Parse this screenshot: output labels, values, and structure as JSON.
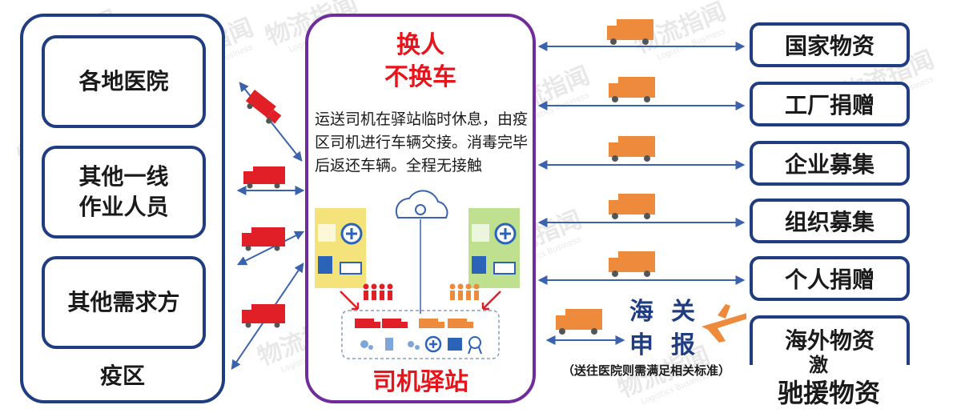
{
  "left": {
    "hospitals": "各地医院",
    "frontline_line1": "其他一线",
    "frontline_line2": "作业人员",
    "others": "其他需求方",
    "zone_label": "疫区"
  },
  "station": {
    "title_line1": "换人",
    "title_line2": "不换车",
    "description": "运送司机在驿站临时休息，由疫区司机进行车辆交接。消毒完毕后返还车辆。全程无接触",
    "label": "司机驿站"
  },
  "right": {
    "sources": [
      "国家物资",
      "工厂捐赠",
      "企业募集",
      "组织募集",
      "个人捐赠"
    ],
    "overseas": "海外物资",
    "overseas_overlay": "激",
    "customs_chars": [
      "海",
      "关",
      "申",
      "报"
    ],
    "note": "（送往医院则需满足相关标准）",
    "bottom_label": "驰援物资"
  },
  "watermark": {
    "text": "物流指闻",
    "subtext": "Logistics Business"
  },
  "colors": {
    "navy": "#1f3d80",
    "purple": "#6f2c9a",
    "red": "#e8141b",
    "orange": "#ee8a3c",
    "truck_red": "#e01f26",
    "arrow": "#3b62ad"
  }
}
